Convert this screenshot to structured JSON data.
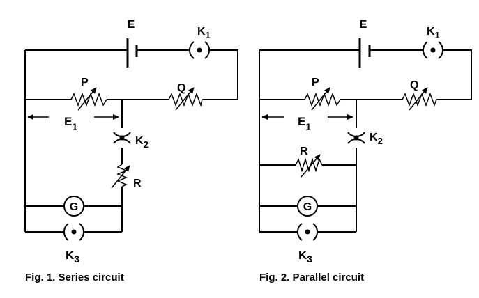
{
  "figures": [
    {
      "caption": "Fig. 1. Series circuit",
      "labels": {
        "battery": "E",
        "key1": "K",
        "key1_sub": "1",
        "key2": "K",
        "key2_sub": "2",
        "key3": "K",
        "key3_sub": "3",
        "resistor_p": "P",
        "resistor_q": "Q",
        "resistor_r": "R",
        "galvanometer": "G",
        "emf_span": "E",
        "emf_span_sub": "1"
      }
    },
    {
      "caption": "Fig. 2. Parallel circuit",
      "labels": {
        "battery": "E",
        "key1": "K",
        "key1_sub": "1",
        "key2": "K",
        "key2_sub": "2",
        "key3": "K",
        "key3_sub": "3",
        "resistor_p": "P",
        "resistor_q": "Q",
        "resistor_r": "R",
        "galvanometer": "G",
        "emf_span": "E",
        "emf_span_sub": "1"
      }
    }
  ]
}
